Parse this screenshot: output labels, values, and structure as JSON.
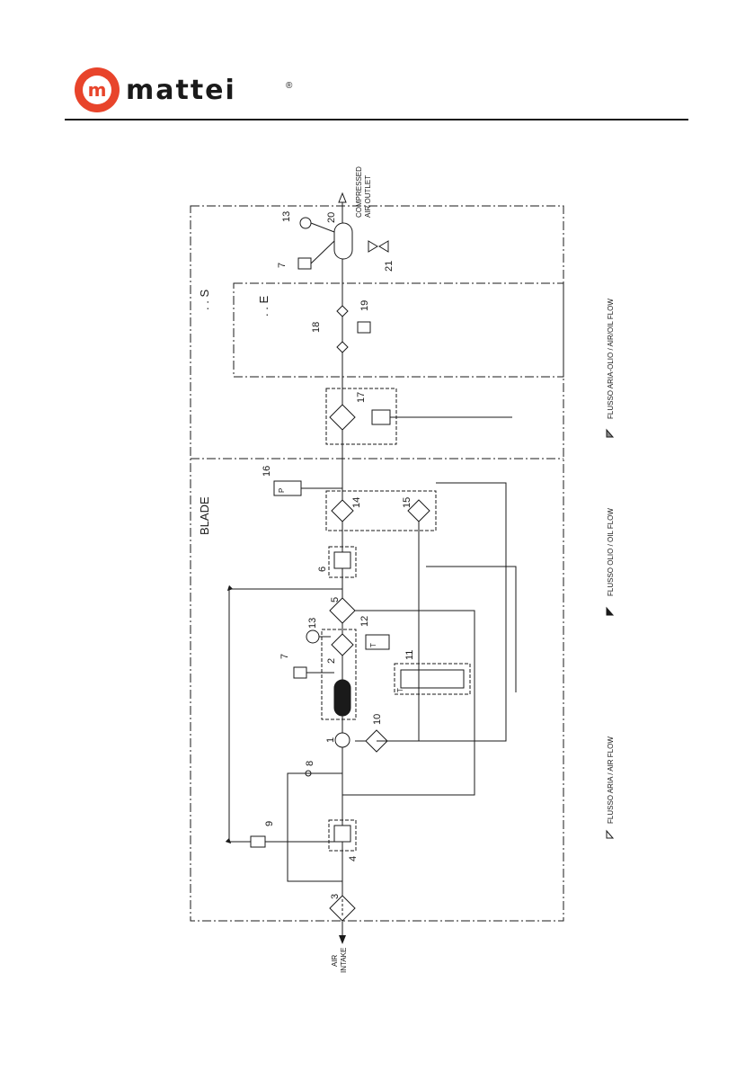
{
  "header": {
    "logo_letter": "m",
    "logo_word": "mattei",
    "registered": "®"
  },
  "diagram": {
    "zone_blade": "BLADE",
    "zone_s": ". . S",
    "zone_e": ". . E",
    "inlet_line1": "AIR",
    "inlet_line2": "INTAKE",
    "outlet_line1": "COMPRESSED",
    "outlet_line2": "AIR OUTLET",
    "numbers": {
      "n1": "1",
      "n2": "2",
      "n3": "3",
      "n4": "4",
      "n5": "5",
      "n6": "6",
      "n7a": "7",
      "n7b": "7",
      "n8": "8",
      "n9": "9",
      "n10": "10",
      "n11": "11",
      "n12": "12",
      "n13a": "13",
      "n13b": "13",
      "n14": "14",
      "n15": "15",
      "n16": "16",
      "n17": "17",
      "n18": "18",
      "n19": "19",
      "n20": "20",
      "n21": "21"
    },
    "switch_T": "T",
    "switch_P": "P",
    "valve_T": "T"
  },
  "legend": {
    "air": "FLUSSO ARIA / AIR FLOW",
    "oil": "FLUSSO OLIO / OIL FLOW",
    "air_oil": "FLUSSO ARIA-OLIO / AIR/OIL FLOW"
  }
}
